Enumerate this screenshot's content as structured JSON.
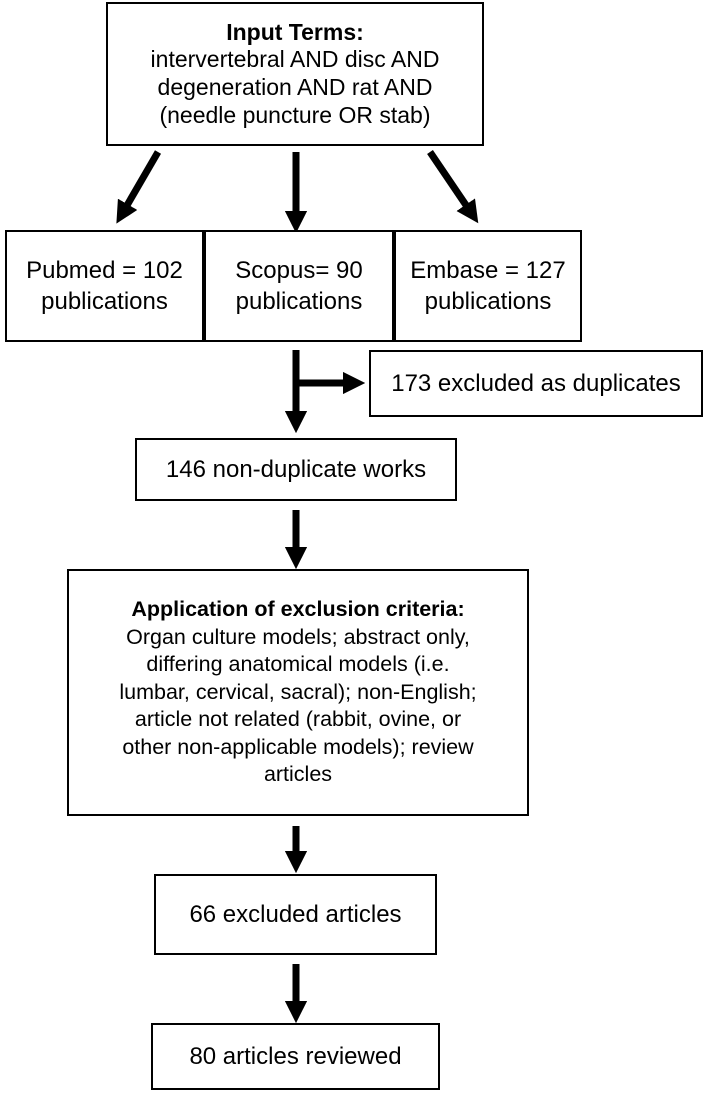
{
  "input_box": {
    "title": "Input Terms:",
    "lines": [
      "intervertebral AND disc AND",
      "degeneration AND rat AND",
      "(needle puncture OR stab)"
    ]
  },
  "databases": [
    {
      "line1": "Pubmed = 102",
      "line2": "publications"
    },
    {
      "line1": "Scopus= 90",
      "line2": "publications"
    },
    {
      "line1": "Embase = 127",
      "line2": "publications"
    }
  ],
  "duplicates_box": {
    "text": "173 excluded as duplicates"
  },
  "nonduplicate_box": {
    "text": "146 non-duplicate works"
  },
  "criteria_box": {
    "title": "Application of exclusion criteria:",
    "lines": [
      "Organ culture models; abstract only,",
      "differing anatomical models (i.e.",
      "lumbar, cervical, sacral); non-English;",
      "article not related (rabbit, ovine, or",
      "other non-applicable models); review",
      "articles"
    ]
  },
  "excluded_box": {
    "text": "66 excluded articles"
  },
  "reviewed_box": {
    "text": "80 articles reviewed"
  }
}
